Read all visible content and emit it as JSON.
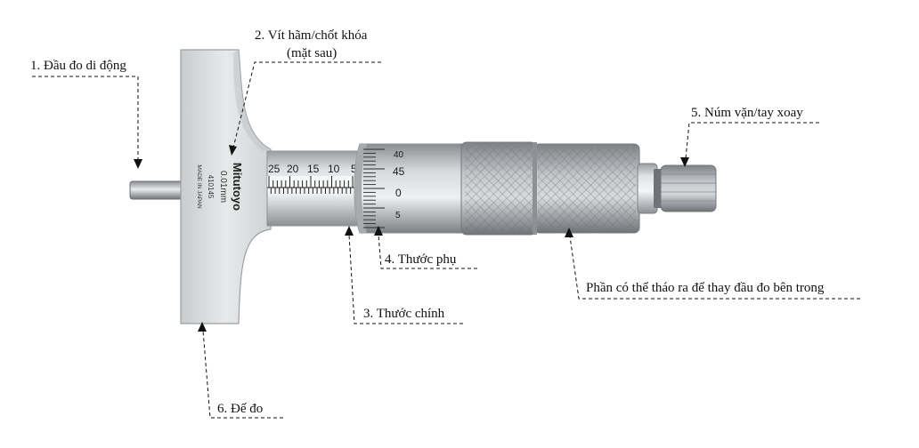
{
  "labels": {
    "probe": "1. Đầu đo di động",
    "lock_line1": "2. Vít hãm/chốt khóa",
    "lock_line2": "(mặt sau)",
    "main_scale": "3. Thước chính",
    "vernier": "4. Thước phụ",
    "knob": "5. Núm vặn/tay xoay",
    "base": "6. Đế đo",
    "removable": "Phần có thể tháo ra để thay đầu đo bên trong"
  },
  "instrument": {
    "brand": "Mitutoyo",
    "resolution": "0.01mm",
    "model": "410145",
    "origin": "MADE IN JAPAN",
    "main_scale_numbers": [
      "25",
      "20",
      "15",
      "10",
      "5"
    ],
    "thimble_numbers": [
      "40",
      "45",
      "0",
      "5"
    ]
  },
  "colors": {
    "metal_light": "#e4e6e8",
    "metal_mid": "#b9bcbf",
    "metal_dark": "#7f8386",
    "leader": "#111111"
  }
}
